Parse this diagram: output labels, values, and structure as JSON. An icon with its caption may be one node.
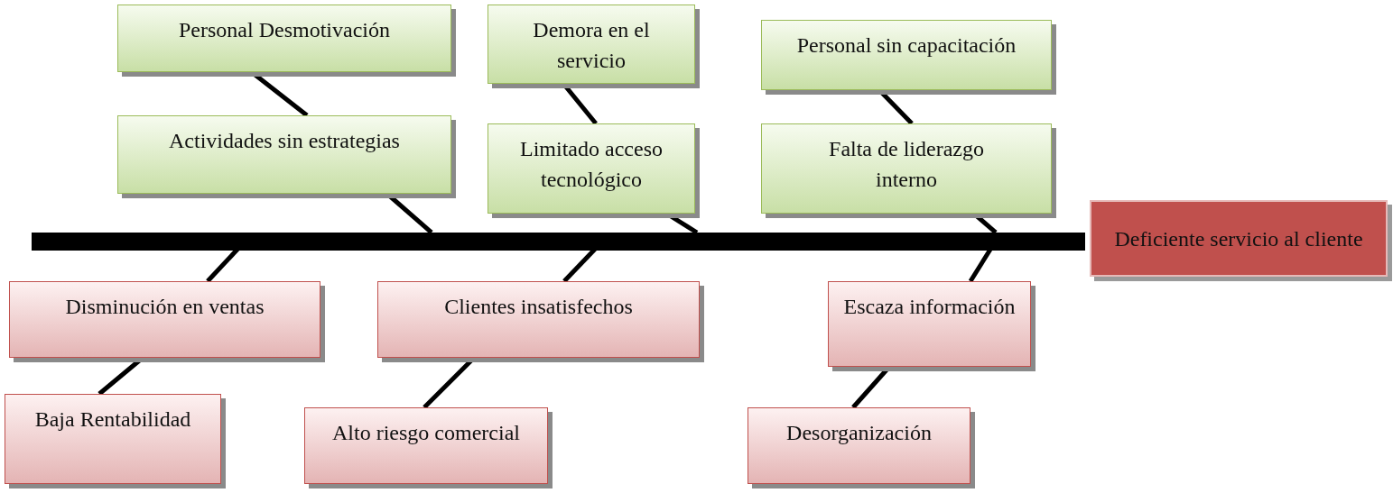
{
  "diagram": {
    "nodes": [
      {
        "text": [
          "Personal Desmotivación"
        ]
      },
      {
        "text": [
          "Demora en el servicio"
        ]
      },
      {
        "text": [
          "Personal sin capacitación"
        ]
      },
      {
        "text": [
          "Actividades sin estrategias"
        ]
      },
      {
        "text": [
          "Limitado acceso tecnológico"
        ]
      },
      {
        "text": [
          "Falta de liderazgo interno"
        ]
      },
      {
        "text": [],
        "shape": "bar"
      },
      {
        "text": [
          "Deficiente servicio al cliente"
        ]
      },
      {
        "text": [
          "Disminución en ventas"
        ]
      },
      {
        "text": [
          "Clientes insatisfechos"
        ]
      },
      {
        "text": [
          "Escaza información"
        ]
      },
      {
        "text": [
          "Baja Rentabilidad"
        ]
      },
      {
        "text": [
          "Alto riesgo comercial"
        ]
      },
      {
        "text": [
          "Desorganización"
        ]
      }
    ],
    "edges": [
      {
        "from": 0,
        "to": 3,
        "arrow": "none"
      },
      {
        "from": 1,
        "to": 4,
        "arrow": "none"
      },
      {
        "from": 2,
        "to": 5,
        "arrow": "none"
      },
      {
        "from": 3,
        "to": 6,
        "arrow": "none"
      },
      {
        "from": 4,
        "to": 6,
        "arrow": "none"
      },
      {
        "from": 5,
        "to": 6,
        "arrow": "none"
      },
      {
        "from": 8,
        "to": 6,
        "arrow": "none"
      },
      {
        "from": 9,
        "to": 6,
        "arrow": "none"
      },
      {
        "from": 10,
        "to": 6,
        "arrow": "none"
      },
      {
        "from": 11,
        "to": 8,
        "arrow": "none"
      },
      {
        "from": 12,
        "to": 9,
        "arrow": "none"
      },
      {
        "from": 13,
        "to": 10,
        "arrow": "none"
      }
    ]
  }
}
